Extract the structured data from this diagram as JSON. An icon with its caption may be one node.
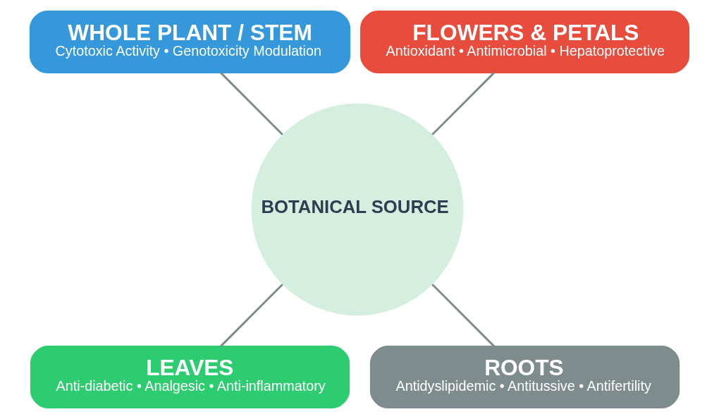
{
  "diagram": {
    "nodes": [
      {
        "text": [
          "FLOWERS & PETALS",
          "Antioxidant • Antimicrobial • Hepatoprotective"
        ]
      },
      {
        "text": [
          "WHOLE PLANT / STEM",
          "Cytotoxic Activity • Genotoxicity Modulation"
        ]
      },
      {
        "text": [
          "BOTANICAL SOURCE"
        ]
      },
      {
        "text": [
          "LEAVES",
          "Anti-diabetic • Analgesic • Anti-inflammatory"
        ]
      },
      {
        "text": [
          "ROOTS",
          "Antidyslipidemic • Antitussive • Antifertility"
        ]
      }
    ],
    "edges": [
      {
        "from": 2,
        "to": 0,
        "arrow": "none"
      },
      {
        "from": 2,
        "to": 1,
        "arrow": "none"
      },
      {
        "from": 2,
        "to": 3,
        "arrow": "none"
      },
      {
        "from": 2,
        "to": 4,
        "arrow": "none"
      }
    ]
  }
}
